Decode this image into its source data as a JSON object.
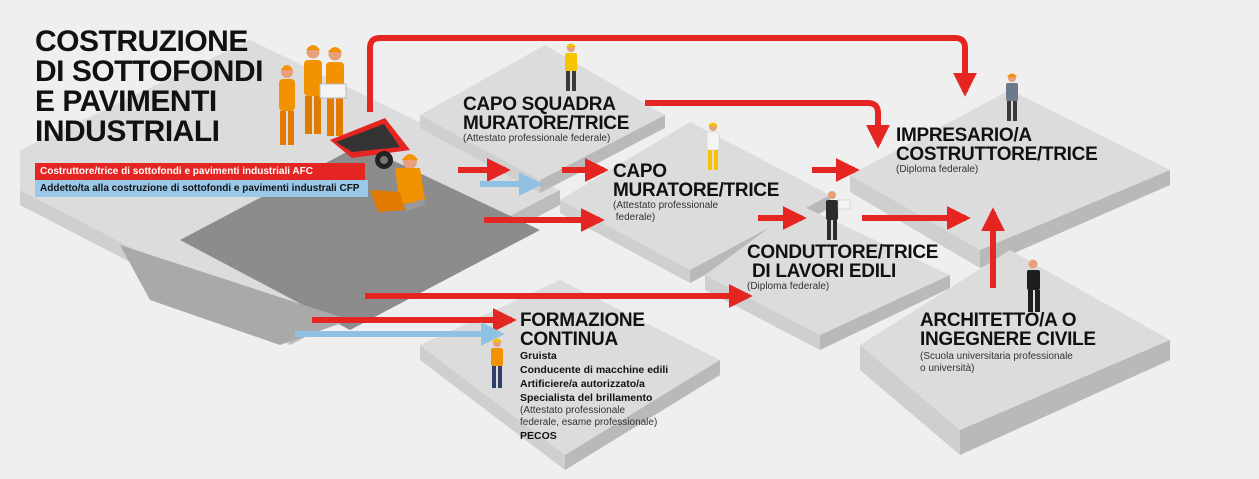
{
  "title_lines": [
    "COSTRUZIONE",
    "DI SOTTOFONDI",
    "E PAVIMENTI",
    "INDUSTRIALI"
  ],
  "origin_tags": {
    "afc": "Costruttore/trice di sottofondi e pavimenti industriali AFC",
    "cfp": "Addetto/ta alla costruzione di sottofondi e pavimenti industrali CFP"
  },
  "nodes": {
    "capo_squadra": {
      "lines": [
        "CAPO SQUADRA",
        "MURATORE/TRICE"
      ],
      "note": [
        "(Attestato professionale federale)"
      ]
    },
    "capo_muratore": {
      "lines": [
        "CAPO",
        "MURATORE/TRICE"
      ],
      "note": [
        "(Attestato professionale",
        " federale)"
      ]
    },
    "conduttore": {
      "lines": [
        "CONDUTTORE/TRICE",
        " DI LAVORI EDILI"
      ],
      "note": [
        "(Diploma federale)"
      ]
    },
    "impresario": {
      "lines": [
        "IMPRESARIO/A",
        "COSTRUTTORE/TRICE"
      ],
      "note": [
        "(Diploma federale)"
      ]
    },
    "architetto": {
      "lines": [
        "ARCHITETTO/A O",
        "INGEGNERE CIVILE"
      ],
      "note": [
        "(Scuola universitaria professionale",
        "o università)"
      ]
    },
    "formazione": {
      "lines": [
        "FORMAZIONE",
        "CONTINUA"
      ],
      "items": [
        "Gruista",
        "Conducente di macchine edili",
        "Artificiere/a autorizzato/a",
        "Specialista del brillamento"
      ],
      "note": [
        "(Attestato professionale",
        "federale, esame professionale)"
      ],
      "last": "PECOS"
    }
  },
  "colors": {
    "arrow_red": "#e52521",
    "arrow_blue": "#8fc1e3",
    "tag_red": "#e52521",
    "tag_blue": "#9ac8e8",
    "platform_top": "#dcdcdc",
    "platform_side": "#b9b9b9",
    "platform_front": "#cfcfcf",
    "concrete": "#8c8c8c",
    "worker_orange": "#f39200"
  }
}
